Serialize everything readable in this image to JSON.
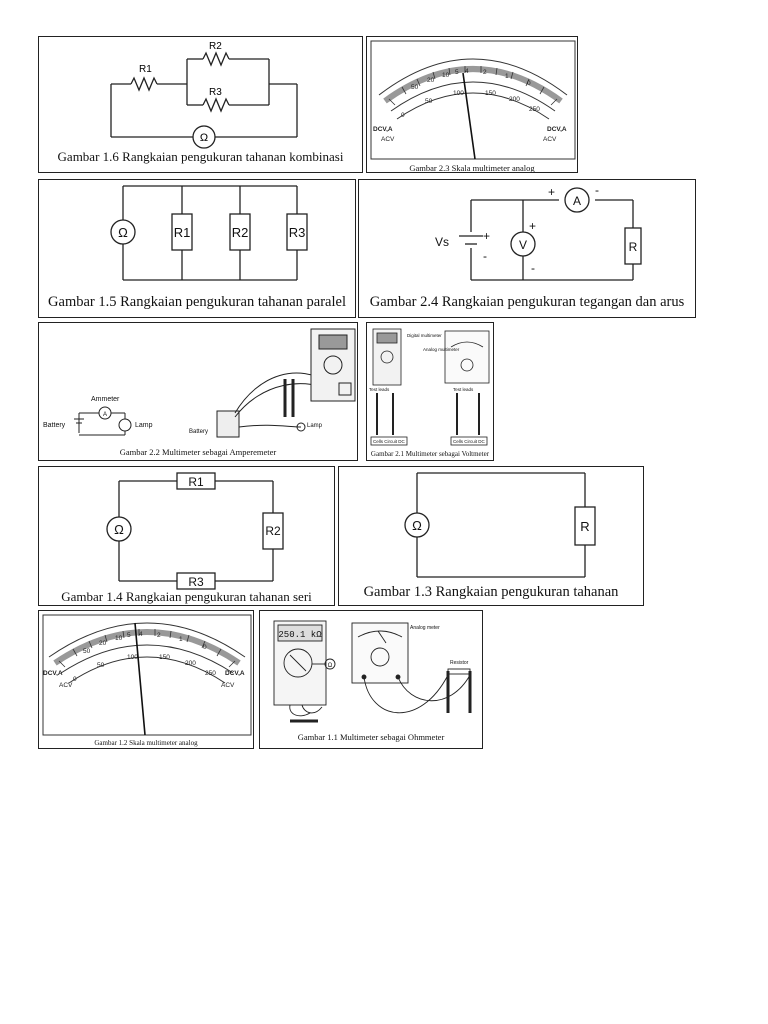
{
  "figures": {
    "fig_1_6": {
      "caption": "Gambar 1.6 Rangkaian pengukuran tahanan kombinasi",
      "labels": {
        "r1": "R1",
        "r2": "R2",
        "r3": "R3",
        "meter": "Ω"
      }
    },
    "fig_2_3": {
      "caption": "Gambar 2.3 Skala multimeter analog",
      "labels": {
        "dcva": "DCV,A",
        "dcva_right": "DCV,A",
        "acv": "ACV",
        "acv_right": "ACV"
      },
      "ohm_scale": [
        "50",
        "20",
        "10",
        "5",
        "4",
        "2",
        "1",
        "0"
      ],
      "dc_scale": [
        "0",
        "50",
        "100",
        "150",
        "200",
        "250"
      ]
    },
    "fig_1_5": {
      "caption": "Gambar 1.5 Rangkaian pengukuran tahanan paralel",
      "labels": {
        "r1": "R1",
        "r2": "R2",
        "r3": "R3",
        "meter": "Ω"
      }
    },
    "fig_2_4": {
      "caption": "Gambar 2.4 Rangkaian pengukuran tegangan dan arus",
      "labels": {
        "vs": "Vs",
        "plus": "+",
        "minus": "-",
        "ammeter": "A",
        "voltmeter": "V",
        "r": "R"
      }
    },
    "fig_2_2": {
      "caption": "Gambar 2.2 Multimeter sebagai Amperemeter",
      "labels": {
        "ammeter": "Ammeter",
        "a": "A",
        "battery": "Battery",
        "lamp": "Lamp",
        "battery2": "Battery",
        "lamp2": "Lamp"
      }
    },
    "fig_2_1": {
      "caption": "Gambar 2.1 Multimeter sebagai Voltmeter",
      "labels": {
        "digital": "Digital multimeter",
        "analog": "Analog multimeter",
        "leads1": "Test leads",
        "leads2": "Test leads",
        "cell1": "Cells Circuit DC",
        "cell2": "Cells Circuit DC"
      }
    },
    "fig_1_4": {
      "caption": "Gambar 1.4 Rangkaian pengukuran tahanan seri",
      "labels": {
        "r1": "R1",
        "r2": "R2",
        "r3": "R3",
        "meter": "Ω"
      }
    },
    "fig_1_3": {
      "caption": "Gambar 1.3 Rangkaian pengukuran tahanan",
      "labels": {
        "r": "R",
        "meter": "Ω"
      }
    },
    "fig_1_2": {
      "caption": "Gambar 1.2 Skala multimeter analog",
      "labels": {
        "dcva": "DCV,A",
        "dcva_right": "DCV,A",
        "acv": "ACV",
        "acv_right": "ACV"
      },
      "ohm_scale": [
        "50",
        "20",
        "10",
        "5",
        "4",
        "2",
        "1",
        "0"
      ],
      "dc_scale": [
        "0",
        "50",
        "100",
        "150",
        "200",
        "250"
      ]
    },
    "fig_1_1": {
      "caption": "Gambar 1.1 Multimeter sebagai Ohmmeter",
      "labels": {
        "display": "250.1 kΩ",
        "omega": "Ω",
        "analog": "Analog meter",
        "resistor": "Resistor"
      }
    }
  }
}
